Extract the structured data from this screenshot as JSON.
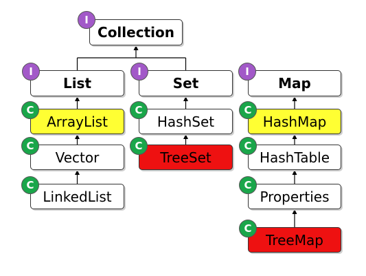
{
  "colors": {
    "interface_badge": "#a259c8",
    "class_badge": "#1aa64a",
    "box_default": "#ffffff",
    "box_highlight_yellow": "#ffff33",
    "box_highlight_red": "#ee1111",
    "line": "#000000"
  },
  "badges": {
    "interface": "I",
    "class": "C"
  },
  "nodes": {
    "collection": {
      "label": "Collection",
      "kind": "interface",
      "fill": "default"
    },
    "list": {
      "label": "List",
      "kind": "interface",
      "fill": "default"
    },
    "set": {
      "label": "Set",
      "kind": "interface",
      "fill": "default"
    },
    "map": {
      "label": "Map",
      "kind": "interface",
      "fill": "default"
    },
    "arraylist": {
      "label": "ArrayList",
      "kind": "class",
      "fill": "yellow"
    },
    "vector": {
      "label": "Vector",
      "kind": "class",
      "fill": "default"
    },
    "linkedlist": {
      "label": "LinkedList",
      "kind": "class",
      "fill": "default"
    },
    "hashset": {
      "label": "HashSet",
      "kind": "class",
      "fill": "default"
    },
    "treeset": {
      "label": "TreeSet",
      "kind": "class",
      "fill": "red"
    },
    "hashmap": {
      "label": "HashMap",
      "kind": "class",
      "fill": "yellow"
    },
    "hashtable": {
      "label": "HashTable",
      "kind": "class",
      "fill": "default"
    },
    "properties": {
      "label": "Properties",
      "kind": "class",
      "fill": "default"
    },
    "treemap": {
      "label": "TreeMap",
      "kind": "class",
      "fill": "red"
    }
  },
  "edges": [
    {
      "from": "list",
      "to": "collection"
    },
    {
      "from": "set",
      "to": "collection"
    },
    {
      "from": "arraylist",
      "to": "list"
    },
    {
      "from": "vector",
      "to": "arraylist"
    },
    {
      "from": "linkedlist",
      "to": "vector"
    },
    {
      "from": "hashset",
      "to": "set"
    },
    {
      "from": "treeset",
      "to": "hashset"
    },
    {
      "from": "hashmap",
      "to": "map"
    },
    {
      "from": "hashtable",
      "to": "hashmap"
    },
    {
      "from": "properties",
      "to": "hashtable"
    },
    {
      "from": "treemap",
      "to": "properties"
    }
  ]
}
